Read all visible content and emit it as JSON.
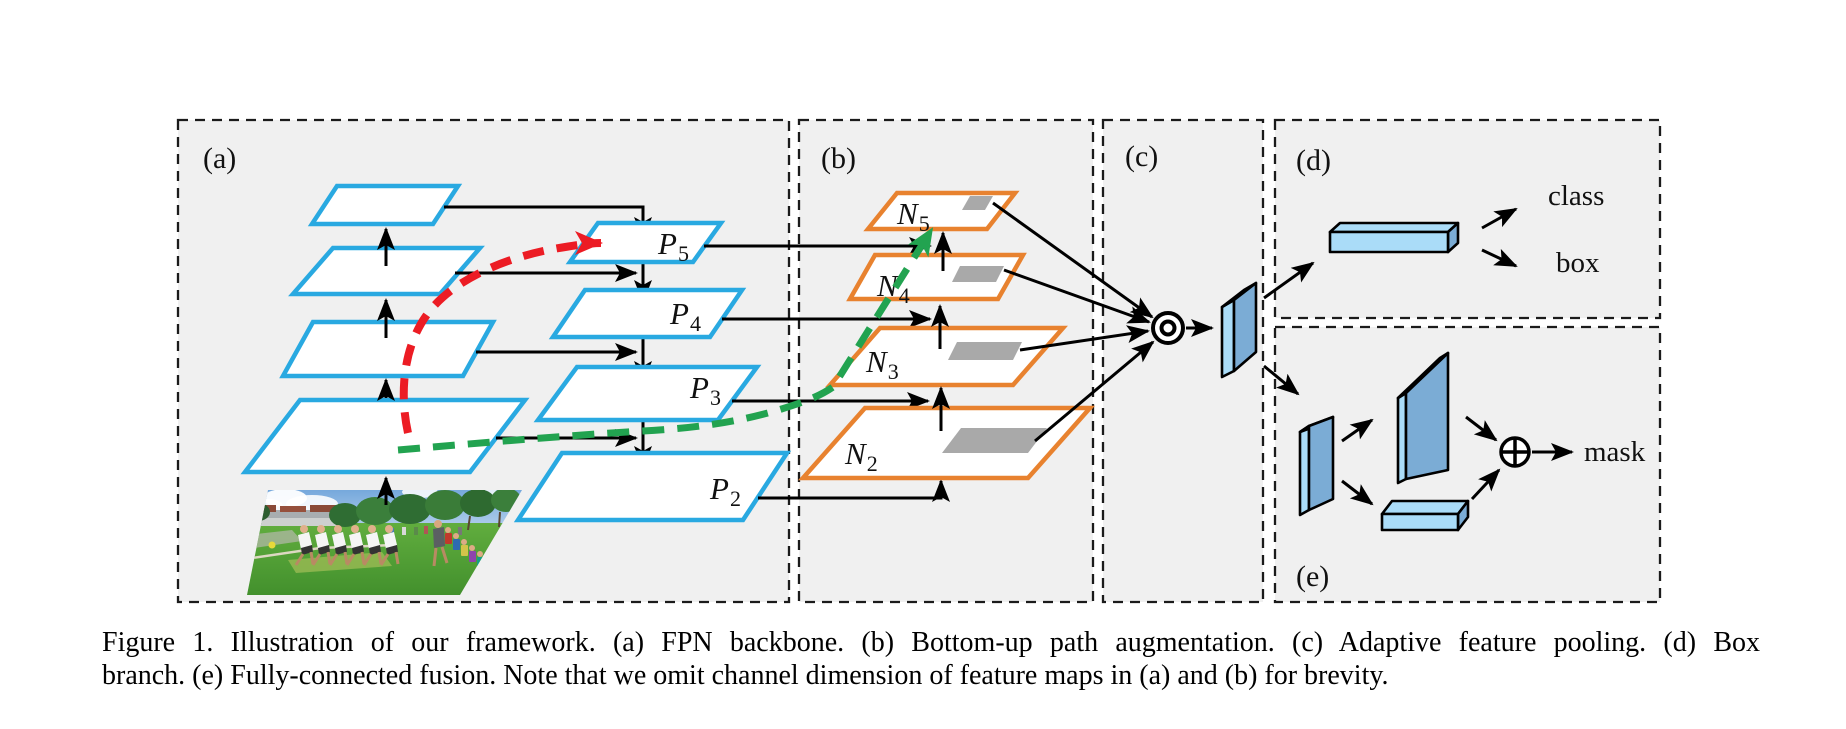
{
  "panel_labels": {
    "a": "(a)",
    "b": "(b)",
    "c": "(c)",
    "d": "(d)",
    "e": "(e)"
  },
  "fpn_levels": [
    {
      "base": "P",
      "sub": "5"
    },
    {
      "base": "P",
      "sub": "4"
    },
    {
      "base": "P",
      "sub": "3"
    },
    {
      "base": "P",
      "sub": "2"
    }
  ],
  "aug_levels": [
    {
      "base": "N",
      "sub": "5"
    },
    {
      "base": "N",
      "sub": "4"
    },
    {
      "base": "N",
      "sub": "3"
    },
    {
      "base": "N",
      "sub": "2"
    }
  ],
  "outputs": {
    "cls": "class",
    "box": "box",
    "mask": "mask"
  },
  "icons": {
    "pooling_fusion": "circled-circle-icon",
    "elementwise_sum": "circled-plus-icon"
  },
  "caption": {
    "line1": "Figure 1. Illustration of our framework. (a) FPN backbone. (b) Bottom-up path augmentation. (c) Adaptive feature pooling. (d) Box",
    "line2": "branch. (e) Fully-connected fusion. Note that we omit channel dimension of feature maps in (a) and (b) for brevity."
  },
  "colors": {
    "fpn_stroke": "#29a9e1",
    "aug_stroke": "#e8822f",
    "roi_fill": "#a9a9a9",
    "shortcut_red": "#ec1c24",
    "shortcut_green": "#22a350",
    "panel_bg": "#f0f0f0",
    "solid_light": "#aadcf8",
    "solid_mid": "#7bacd5",
    "line_black": "#000000"
  }
}
